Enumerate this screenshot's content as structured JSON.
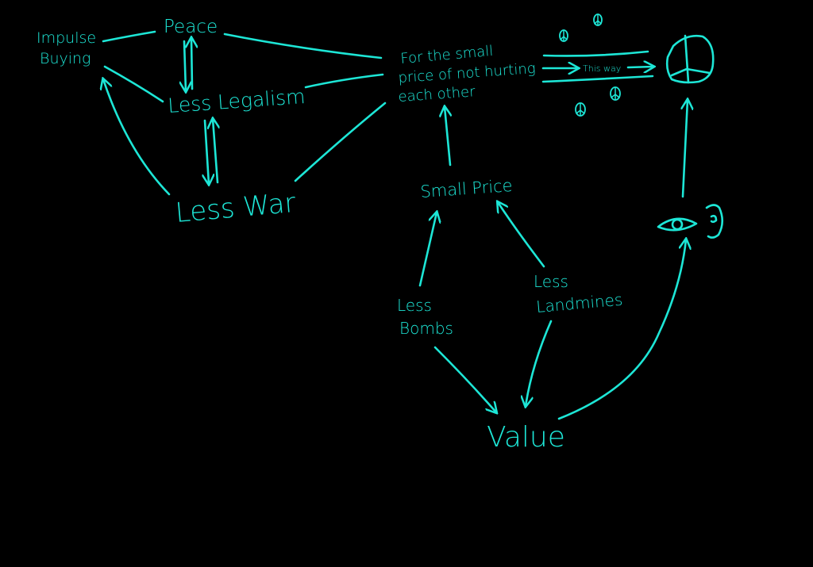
{
  "color": "#1de6d6",
  "background": "#000000",
  "nodes": {
    "impulse_1": "Impulse",
    "impulse_2": "Buying",
    "peace": "Peace",
    "less_legalism": "Less Legalism",
    "less_war": "Less War",
    "price_1": "For the small",
    "price_2": "price of not hurting",
    "price_3": "each other",
    "this_way": "This way",
    "small_price": "Small Price",
    "bombs_1": "Less",
    "bombs_2": "Bombs",
    "landmines_1": "Less",
    "landmines_2": "Landmines",
    "value": "Value"
  },
  "icons": [
    "peace-sign-icon",
    "eye-icon",
    "ear-icon"
  ]
}
